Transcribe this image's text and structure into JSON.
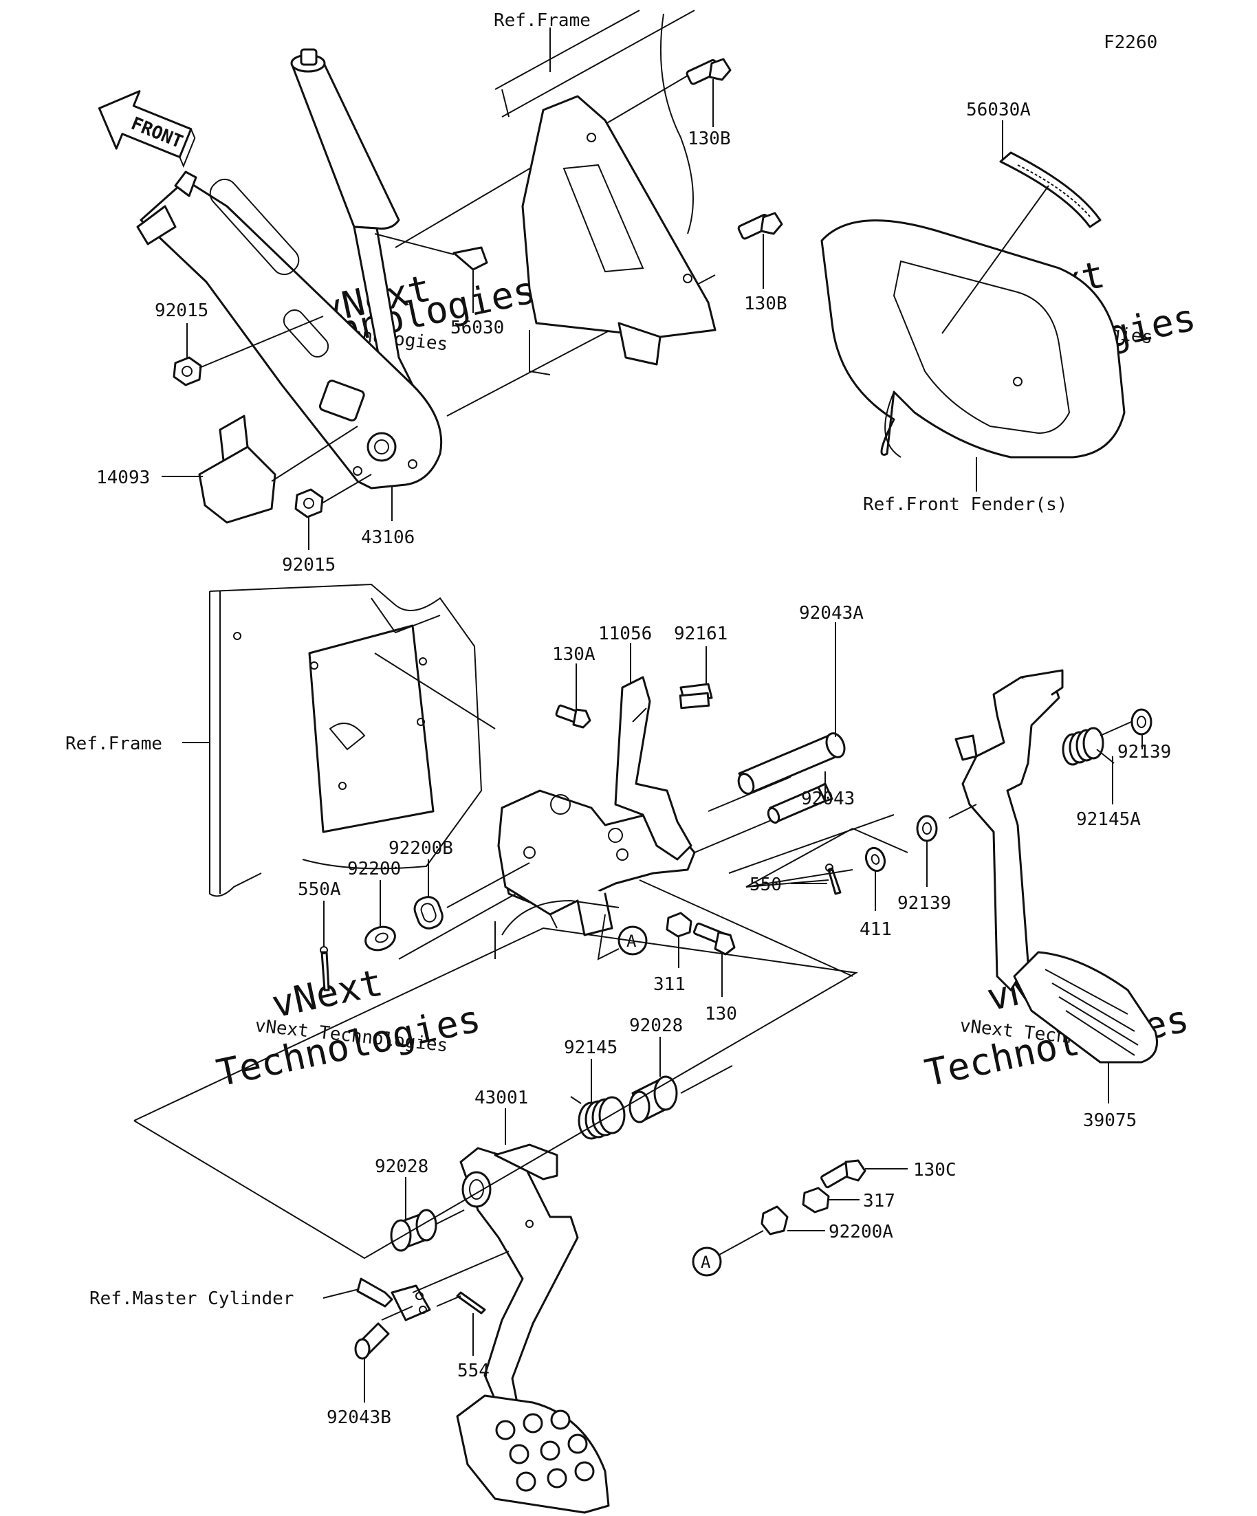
{
  "diagram_code": "F2260",
  "front_arrow_label": "FRONT",
  "reference_labels": {
    "frame_top": "Ref.Frame",
    "frame_left": "Ref.Frame",
    "front_fender": "Ref.Front Fender(s)",
    "master_cylinder": "Ref.Master Cylinder"
  },
  "callout_labels": {
    "a_upper": "A",
    "a_lower": "A"
  },
  "part_numbers": {
    "p130B_top": "130B",
    "p130B_mid": "130B",
    "p56030": "56030",
    "p56030A": "56030A",
    "p92015_upper": "92015",
    "p92015_lower": "92015",
    "p14093": "14093",
    "p43106": "43106",
    "p11056": "11056",
    "p92161": "92161",
    "p92043A": "92043A",
    "p130A": "130A",
    "p92043": "92043",
    "p92139_upper": "92139",
    "p92139_lower": "92139",
    "p92145A": "92145A",
    "p92200B": "92200B",
    "p92200": "92200",
    "p550A": "550A",
    "p550": "550",
    "p411": "411",
    "p311": "311",
    "p130": "130",
    "p92028_upper": "92028",
    "p92145": "92145",
    "p43001": "43001",
    "p92028_lower": "92028",
    "p39075": "39075",
    "p130C": "130C",
    "p317": "317",
    "p92200A": "92200A",
    "p554": "554",
    "p92043B": "92043B"
  },
  "watermarks": {
    "line1": "vNext Technologies",
    "line2": "vNext",
    "line3": "Technologies"
  }
}
